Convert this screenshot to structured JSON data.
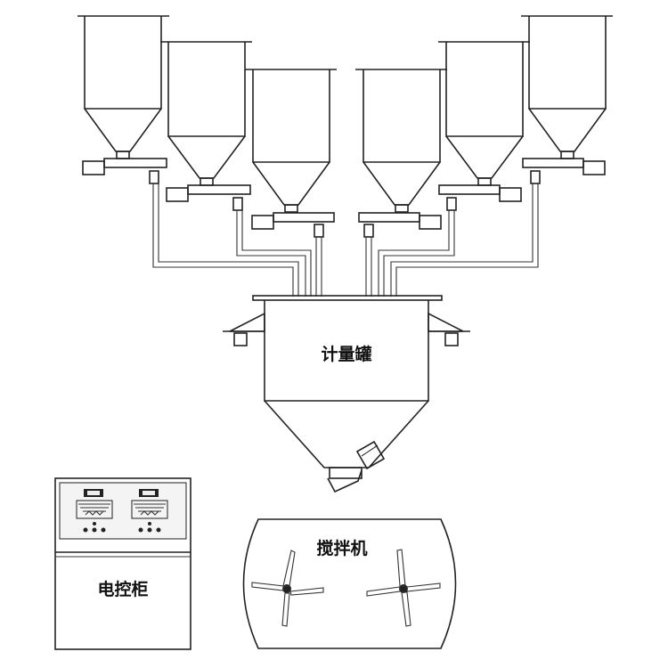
{
  "labels": {
    "metering_tank": "计量罐",
    "mixer": "搅拌机",
    "control_cabinet": "电控柜"
  },
  "hoppers": [
    {
      "side": "left"
    },
    {
      "side": "left"
    },
    {
      "side": "left"
    },
    {
      "side": "right"
    },
    {
      "side": "right"
    },
    {
      "side": "right"
    }
  ],
  "colors": {
    "line": "#222222",
    "background": "#ffffff"
  }
}
